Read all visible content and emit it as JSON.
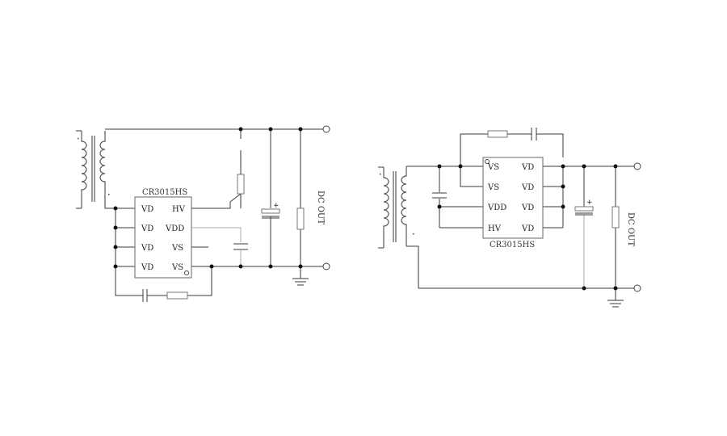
{
  "circuits": [
    {
      "chip": {
        "part": "CR3015HS",
        "left_pins": [
          "VD",
          "VD",
          "VD",
          "VD"
        ],
        "right_pins": [
          "HV",
          "VDD",
          "VS",
          "VS"
        ]
      },
      "output_label": "DC OUT"
    },
    {
      "chip": {
        "part": "CR3015HS",
        "left_pins": [
          "VS",
          "VS",
          "VDD",
          "HV"
        ],
        "right_pins": [
          "VD",
          "VD",
          "VD",
          "VD"
        ]
      },
      "output_label": "DC OUT"
    }
  ],
  "symbols": {
    "plus": "+",
    "dot": "•"
  }
}
